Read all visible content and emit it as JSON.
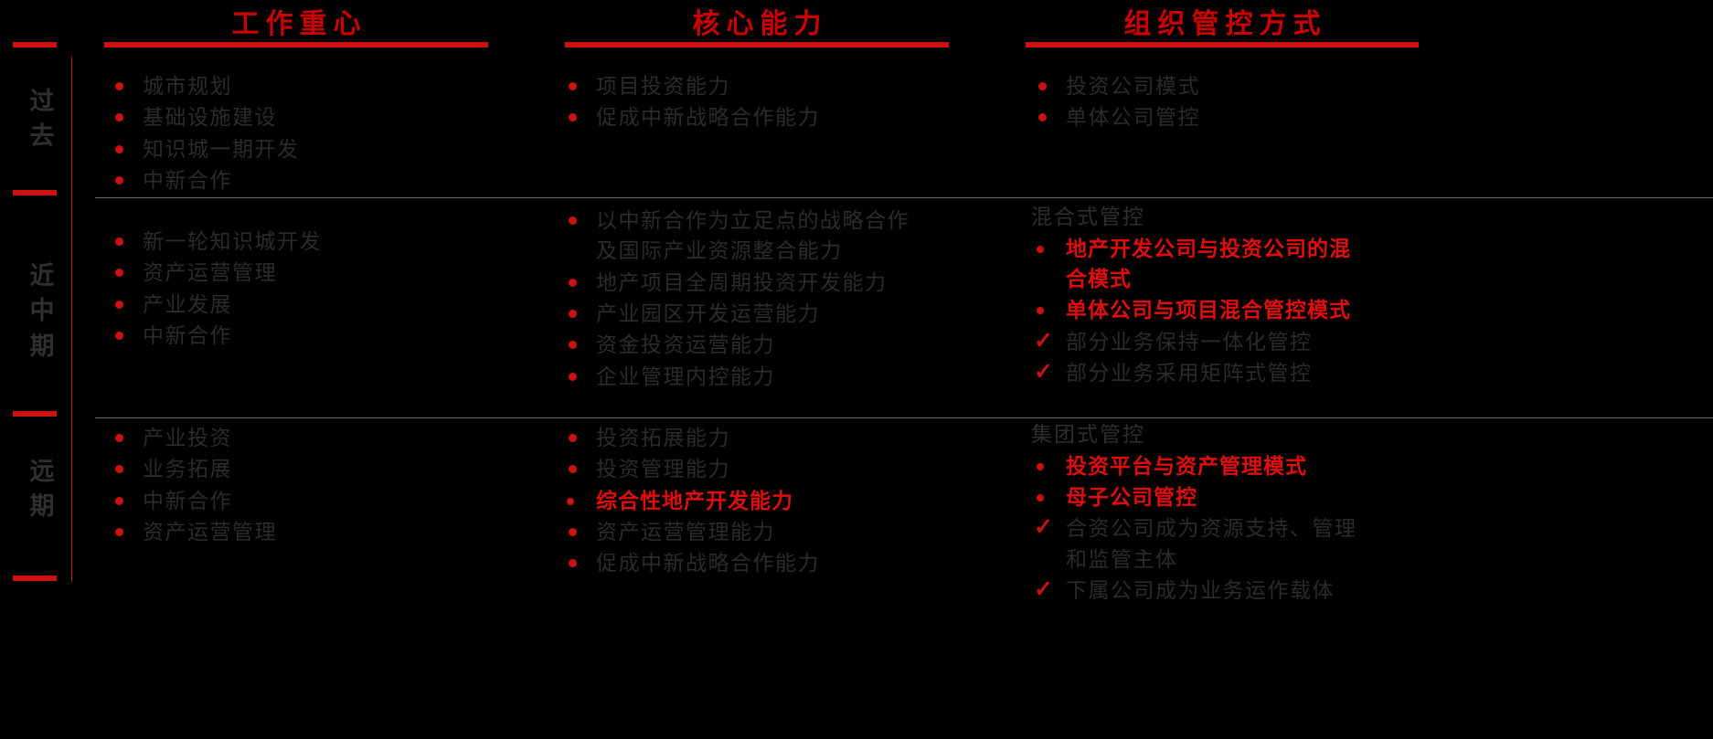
{
  "colors": {
    "background": "#000000",
    "accent_red": "#cc1111",
    "emphasis_red": "#e00d0d",
    "body_text": "#2b2b2b",
    "rule_gray": "#6b6b6b"
  },
  "columns": [
    {
      "title": "工作重心"
    },
    {
      "title": "核心能力"
    },
    {
      "title": "组织管控方式"
    }
  ],
  "rows": [
    {
      "label_chars": [
        "过",
        "去"
      ],
      "cells": [
        {
          "sub_head": "",
          "items": [
            {
              "marker": "dot",
              "text": "城市规划",
              "emphasis": false
            },
            {
              "marker": "dot",
              "text": "基础设施建设",
              "emphasis": false
            },
            {
              "marker": "dot",
              "text": "知识城一期开发",
              "emphasis": false
            },
            {
              "marker": "dot",
              "text": "中新合作",
              "emphasis": false
            }
          ]
        },
        {
          "sub_head": "",
          "items": [
            {
              "marker": "dot",
              "text": "项目投资能力",
              "emphasis": false
            },
            {
              "marker": "dot",
              "text": "促成中新战略合作能力",
              "emphasis": false
            }
          ]
        },
        {
          "sub_head": "",
          "items": [
            {
              "marker": "dot",
              "text": "投资公司模式",
              "emphasis": false
            },
            {
              "marker": "dot",
              "text": "单体公司管控",
              "emphasis": false
            }
          ]
        }
      ]
    },
    {
      "label_chars": [
        "近",
        "中",
        "期"
      ],
      "cells": [
        {
          "sub_head": "",
          "items": [
            {
              "marker": "dot",
              "text": "新一轮知识城开发",
              "emphasis": false
            },
            {
              "marker": "dot",
              "text": "资产运营管理",
              "emphasis": false
            },
            {
              "marker": "dot",
              "text": "产业发展",
              "emphasis": false
            },
            {
              "marker": "dot",
              "text": "中新合作",
              "emphasis": false
            }
          ]
        },
        {
          "sub_head": "",
          "items": [
            {
              "marker": "dot",
              "text": "以中新合作为立足点的战略合作",
              "text2": "及国际产业资源整合能力",
              "emphasis": false
            },
            {
              "marker": "dot",
              "text": "地产项目全周期投资开发能力",
              "emphasis": false
            },
            {
              "marker": "dot",
              "text": "产业园区开发运营能力",
              "emphasis": false
            },
            {
              "marker": "dot",
              "text": "资金投资运营能力",
              "emphasis": false
            },
            {
              "marker": "dot",
              "text": "企业管理内控能力",
              "emphasis": false
            }
          ]
        },
        {
          "sub_head": "混合式管控",
          "items": [
            {
              "marker": "dot",
              "text": "地产开发公司与投资公司的混",
              "text2": "合模式",
              "emphasis": true
            },
            {
              "marker": "dot",
              "text": "单体公司与项目混合管控模式",
              "emphasis": true
            },
            {
              "marker": "check",
              "text": "部分业务保持一体化管控",
              "emphasis": false
            },
            {
              "marker": "check",
              "text": "部分业务采用矩阵式管控",
              "emphasis": false
            }
          ]
        }
      ]
    },
    {
      "label_chars": [
        "远",
        "期"
      ],
      "cells": [
        {
          "sub_head": "",
          "items": [
            {
              "marker": "dot",
              "text": "产业投资",
              "emphasis": false
            },
            {
              "marker": "dot",
              "text": "业务拓展",
              "emphasis": false
            },
            {
              "marker": "dot",
              "text": "中新合作",
              "emphasis": false
            },
            {
              "marker": "dot",
              "text": "资产运营管理",
              "emphasis": false
            }
          ]
        },
        {
          "sub_head": "",
          "items": [
            {
              "marker": "dot",
              "text": "投资拓展能力",
              "emphasis": false
            },
            {
              "marker": "dot",
              "text": "投资管理能力",
              "emphasis": false
            },
            {
              "marker": "dot",
              "text": "综合性地产开发能力",
              "emphasis": true
            },
            {
              "marker": "dot",
              "text": "资产运营管理能力",
              "emphasis": false
            },
            {
              "marker": "dot",
              "text": "促成中新战略合作能力",
              "emphasis": false
            }
          ]
        },
        {
          "sub_head": "集团式管控",
          "items": [
            {
              "marker": "dot",
              "text": "投资平台与资产管理模式",
              "emphasis": true
            },
            {
              "marker": "dot",
              "text": "母子公司管控",
              "emphasis": true
            },
            {
              "marker": "check",
              "text": "合资公司成为资源支持、管理",
              "text2": "和监管主体",
              "emphasis": false
            },
            {
              "marker": "check",
              "text": "下属公司成为业务运作载体",
              "emphasis": false
            }
          ]
        }
      ]
    }
  ]
}
